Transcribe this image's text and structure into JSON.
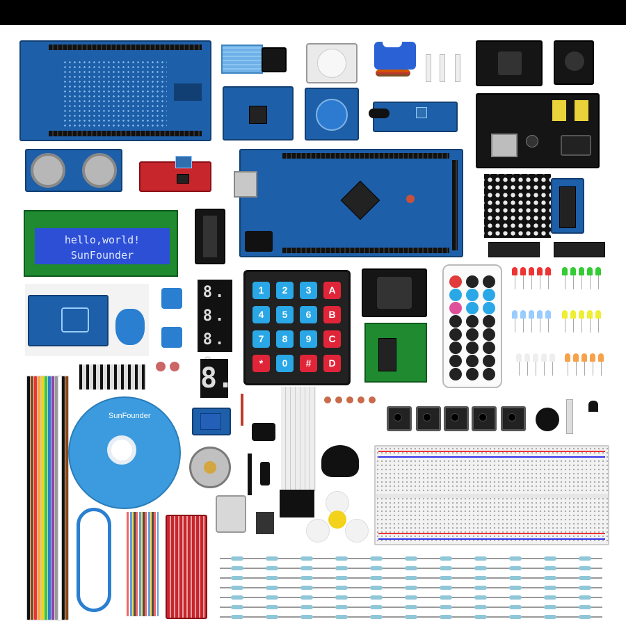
{
  "lcd": {
    "line1": "hello,world!",
    "line2": "SunFounder"
  },
  "cd": {
    "brand": "SunFounder"
  },
  "keypad": {
    "keys": [
      "1",
      "2",
      "3",
      "A",
      "4",
      "5",
      "6",
      "B",
      "7",
      "8",
      "9",
      "C",
      "*",
      "0",
      "#",
      "D"
    ]
  },
  "segment_display": {
    "four_digit": "8.8.8.8.",
    "single_digit": "8."
  },
  "colors": {
    "pcb_blue": "#1d5fa8",
    "key_blue": "#2aa7e6",
    "key_red": "#e02538",
    "lcd_green": "#1f8a2f",
    "lcd_screen": "#2d4fd6"
  }
}
